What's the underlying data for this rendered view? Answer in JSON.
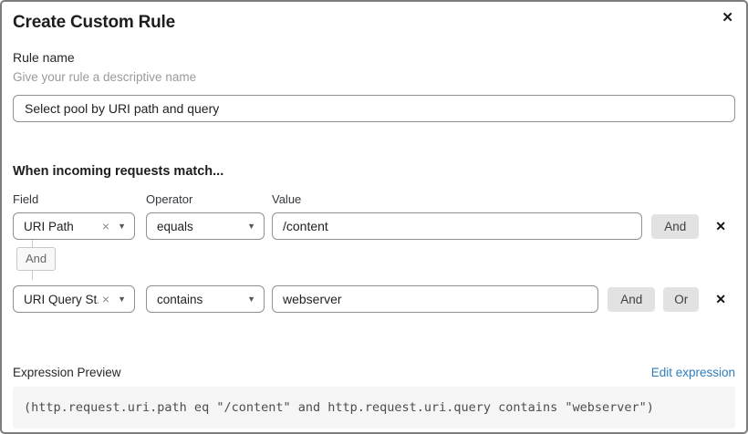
{
  "dialog": {
    "title": "Create Custom Rule"
  },
  "icons": {
    "close": "✕",
    "clear": "×",
    "caret": "▼",
    "delete": "✕"
  },
  "rule_name": {
    "label": "Rule name",
    "hint": "Give your rule a descriptive name",
    "value": "Select pool by URI path and query"
  },
  "match_section": {
    "heading": "When incoming requests match...",
    "column_labels": {
      "field": "Field",
      "operator": "Operator",
      "value": "Value"
    },
    "connector_label": "And",
    "rows": [
      {
        "field": "URI Path",
        "operator": "equals",
        "value": "/content",
        "buttons": [
          "And"
        ]
      },
      {
        "field": "URI Query St...",
        "operator": "contains",
        "value": "webserver",
        "buttons": [
          "And",
          "Or"
        ]
      }
    ]
  },
  "expression_preview": {
    "label": "Expression Preview",
    "edit_link": "Edit expression",
    "expression": "(http.request.uri.path eq \"/content\" and http.request.uri.query contains \"webserver\")"
  },
  "colors": {
    "link_blue": "#2e7cbe",
    "button_gray": "#e2e2e2",
    "code_background": "#f5f5f5",
    "border_gray": "#909090"
  }
}
